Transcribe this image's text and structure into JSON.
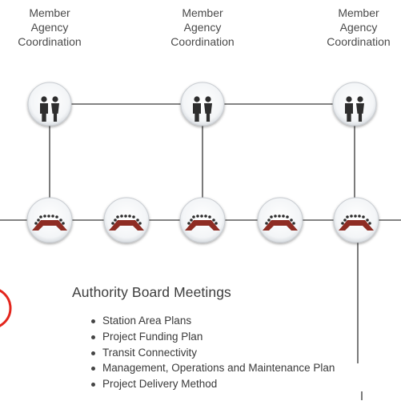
{
  "agencies": [
    {
      "line1": "Member",
      "line2": "Agency",
      "line3": "Coordination"
    },
    {
      "line1": "Member",
      "line2": "Agency",
      "line3": "Coordination"
    },
    {
      "line1": "Member",
      "line2": "Agency",
      "line3": "Coordination"
    }
  ],
  "board": {
    "title": "Authority Board Meetings",
    "topics": [
      "Station Area Plans",
      "Project Funding Plan",
      "Transit Connectivity",
      "Management, Operations and Maintenance Plan",
      "Project Delivery Method"
    ]
  },
  "colors": {
    "line": "#5a5a5a",
    "circle_fill": "#f6f8fa",
    "circle_ring": "#c9cdd2",
    "table": "#8e2c23",
    "people": "#2e2e2e",
    "highlight_ring": "#e3251c"
  },
  "icons": {
    "agency_node": "people-pair-icon",
    "meeting_node": "conference-table-icon"
  }
}
